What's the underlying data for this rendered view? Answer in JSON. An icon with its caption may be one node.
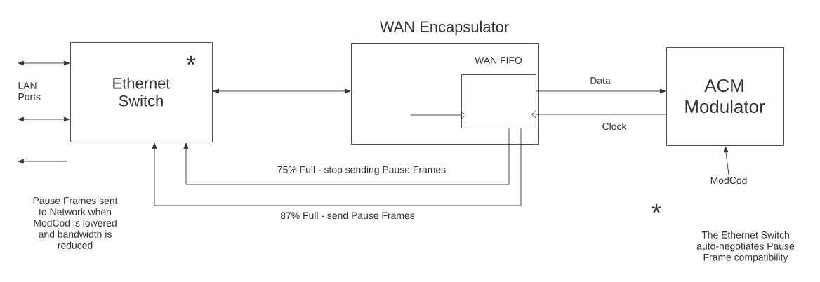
{
  "diagram": {
    "nodes": [
      {
        "text": [
          "Ethernet Switch",
          "*"
        ]
      },
      {
        "text": [
          "WAN Encapsulator"
        ]
      },
      {
        "text": [
          "WAN FIFO"
        ],
        "in": 1
      },
      {
        "text": [
          "ACM Modulator"
        ]
      },
      {
        "text": [
          "ModCod"
        ]
      }
    ],
    "edges": [
      {
        "from": null,
        "to": 0,
        "arrow": "both"
      },
      {
        "from": null,
        "to": 0,
        "arrow": "both"
      },
      {
        "from": 0,
        "to": 1,
        "arrow": "both"
      },
      {
        "from": null,
        "to": 2,
        "arrow": "to"
      },
      {
        "from": 2,
        "to": 3,
        "arrow": "to",
        "label": "Data"
      },
      {
        "from": 3,
        "to": 2,
        "arrow": "to",
        "label": "Clock"
      },
      {
        "from": 2,
        "to": 0,
        "arrow": "to",
        "label": "75% Full - stop sending Pause Frames"
      },
      {
        "from": 2,
        "to": 0,
        "arrow": "to",
        "label": "87% Full - send Pause Frames"
      },
      {
        "from": 4,
        "to": 3,
        "arrow": "to"
      }
    ],
    "labels": [
      "LAN Ports",
      "Pause Frames sent to Network when ModCod is lowered and bandwidth is reduced",
      "*",
      "The Ethernet Switch auto-negotiates Pause Frame compatibility"
    ]
  }
}
